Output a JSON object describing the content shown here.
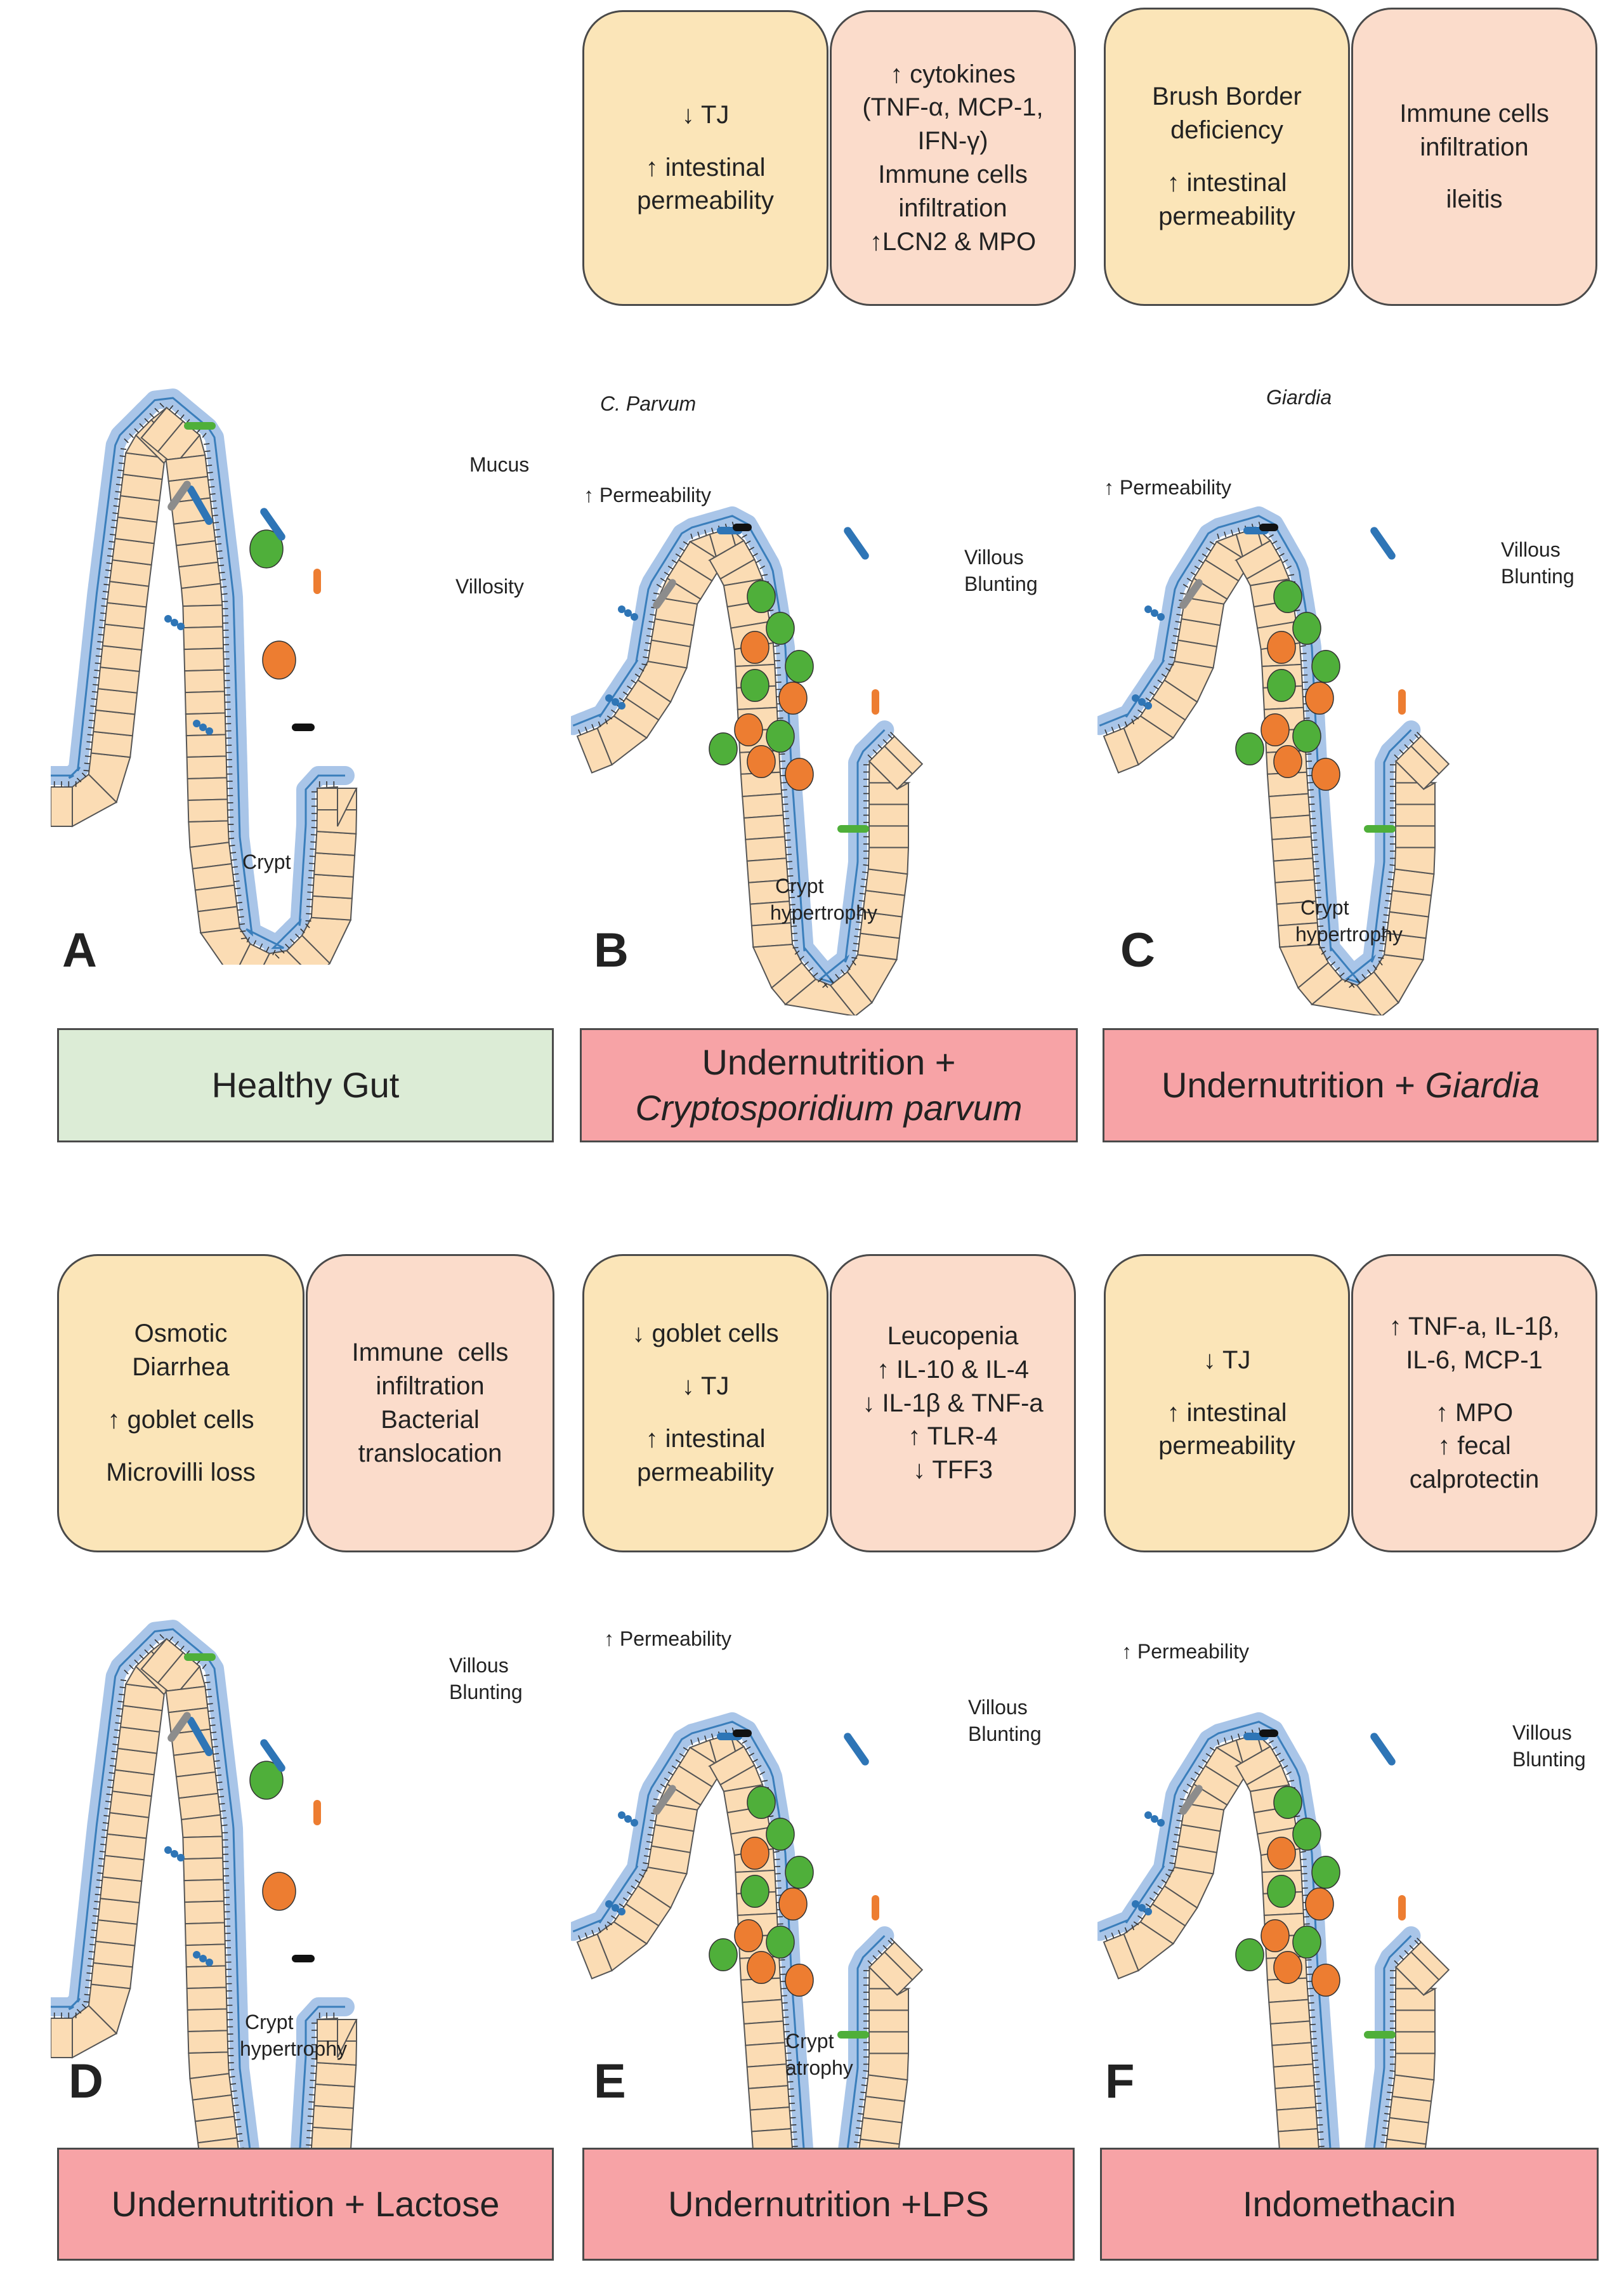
{
  "rows": [
    {
      "panels": [
        {
          "letter": "A",
          "title": [
            "Healthy Gut"
          ],
          "boxes": [],
          "annotations": [
            "Mucus",
            "Villosity",
            "Crypt"
          ]
        },
        {
          "letter": "B",
          "title": [
            "Undernutrition +",
            "Cryptosporidium parvum"
          ],
          "boxes": [
            {
              "lines": [
                "↓ TJ",
                "",
                "↑ intestinal",
                "permeability"
              ]
            },
            {
              "lines": [
                "↑ cytokines",
                "(TNF-α, MCP-1,",
                "IFN-γ)",
                "Immune cells",
                "infiltration",
                "↑LCN2 & MPO"
              ]
            }
          ],
          "annotations": [
            "C. Parvum",
            "↑ Permeability",
            "Villous",
            "Blunting",
            "Crypt",
            "hypertrophy"
          ]
        },
        {
          "letter": "C",
          "title": [
            "Undernutrition + ",
            "Giardia"
          ],
          "boxes": [
            {
              "lines": [
                "Brush Border",
                "deficiency",
                "",
                "↑ intestinal",
                "permeability"
              ]
            },
            {
              "lines": [
                "Immune cells",
                "infiltration",
                "",
                "ileitis"
              ]
            }
          ],
          "annotations": [
            "Giardia",
            "↑ Permeability",
            "Villous",
            "Blunting",
            "Crypt",
            "hypertrophy"
          ]
        }
      ]
    },
    {
      "panels": [
        {
          "letter": "D",
          "title": [
            "Undernutrition + Lactose"
          ],
          "boxes": [
            {
              "lines": [
                "Osmotic",
                "Diarrhea",
                "",
                "↑ goblet cells",
                "",
                "Microvilli loss"
              ]
            },
            {
              "lines": [
                "Immune  cells",
                "infiltration",
                "Bacterial",
                "translocation"
              ]
            }
          ],
          "annotations": [
            "Villous",
            "Blunting",
            "Crypt",
            "hypertrophy"
          ]
        },
        {
          "letter": "E",
          "title": [
            "Undernutrition +LPS"
          ],
          "boxes": [
            {
              "lines": [
                "↓ goblet cells",
                "",
                "↓ TJ",
                "",
                "↑ intestinal",
                "permeability"
              ]
            },
            {
              "lines": [
                "Leucopenia",
                "↑ IL-10 & IL-4",
                "↓ IL-1β & TNF-a",
                "↑ TLR-4",
                "↓ TFF3"
              ]
            }
          ],
          "annotations": [
            "↑ Permeability",
            "Villous",
            "Blunting",
            "Crypt",
            "atrophy"
          ]
        },
        {
          "letter": "F",
          "title": [
            "Indomethacin"
          ],
          "boxes": [
            {
              "lines": [
                "↓ TJ",
                "",
                "↑ intestinal",
                "permeability"
              ]
            },
            {
              "lines": [
                "↑ TNF-a, IL-1β,",
                "IL-6, MCP-1",
                "",
                "↑ MPO",
                "↑ fecal",
                "calprotectin"
              ]
            }
          ],
          "annotations": [
            "↑ Permeability",
            "Villous",
            "Blunting"
          ]
        }
      ]
    }
  ],
  "colors": {
    "box_yellow": "#fbe5b8",
    "box_peach": "#fbdccb",
    "title_green": "#dcecd6",
    "title_red": "#f7a3a6",
    "cell_fill": "#fbdcb4",
    "mucus": "#a9c5e8",
    "mucus_edge": "#2e75b6",
    "green_cell": "#4faf3a",
    "orange_cell": "#ed7d31"
  }
}
